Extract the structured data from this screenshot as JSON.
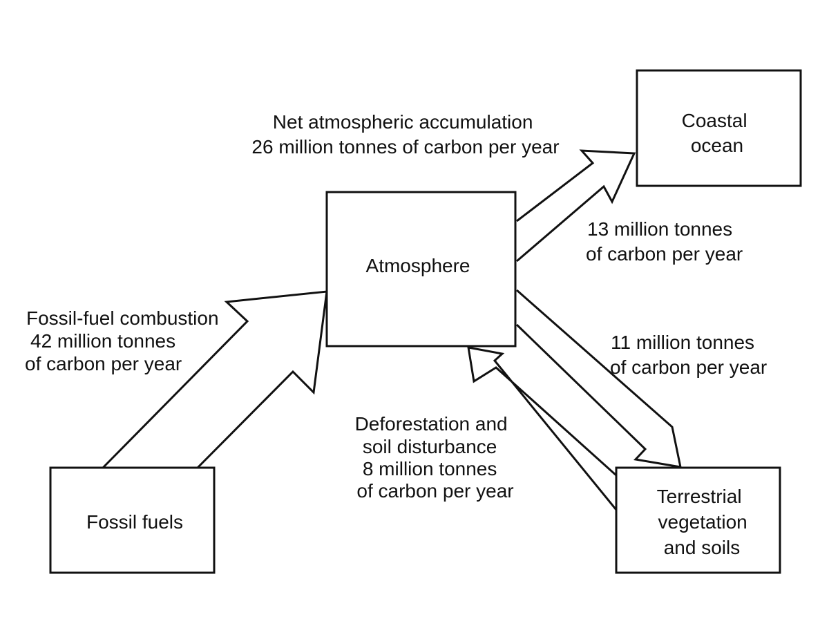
{
  "nodes": {
    "fossil_fuels": {
      "label": "Fossil fuels"
    },
    "atmosphere": {
      "label": "Atmosphere"
    },
    "coastal_ocean": {
      "lines": [
        "Coastal",
        "ocean"
      ]
    },
    "terrestrial": {
      "lines": [
        "Terrestrial",
        "vegetation",
        "and soils"
      ]
    }
  },
  "flows": {
    "fossil_fuel_combustion": {
      "lines": [
        "Fossil-fuel combustion",
        "42 million tonnes",
        "of carbon per year"
      ]
    },
    "net_accumulation": {
      "lines": [
        "Net atmospheric accumulation",
        "26 million tonnes of carbon per year"
      ]
    },
    "to_coastal_ocean": {
      "lines": [
        "13 million tonnes",
        "of carbon per year"
      ]
    },
    "to_terrestrial": {
      "lines": [
        "11 million tonnes",
        "of carbon per year"
      ]
    },
    "deforestation": {
      "lines": [
        "Deforestation and",
        "soil disturbance",
        "8 million tonnes",
        "of carbon per year"
      ]
    }
  }
}
